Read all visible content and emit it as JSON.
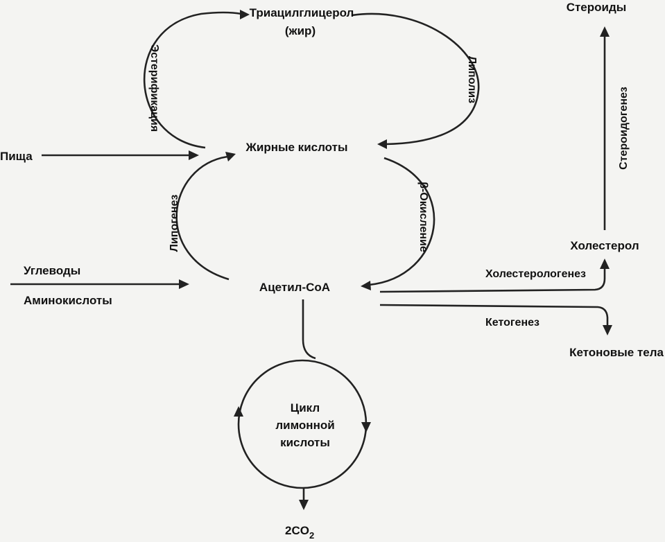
{
  "nodes": {
    "triacylglycerol": "Триацилглицерол",
    "fat": "(жир)",
    "steroids": "Стероиды",
    "fatty_acids": "Жирные кислоты",
    "food": "Пища",
    "carbohydrates": "Углеводы",
    "amino_acids": "Аминокислоты",
    "acetyl_coa": "Ацетил-СоА",
    "cholesterol": "Холестерол",
    "ketone_bodies": "Кетоновые тела",
    "citric_cycle_line1": "Цикл",
    "citric_cycle_line2": "лимонной",
    "citric_cycle_line3": "кислоты",
    "co2_prefix": "2CO",
    "co2_subscript": "2"
  },
  "processes": {
    "esterification": "Эстерификация",
    "lipolysis": "Липолиз",
    "lipogenesis": "Липогенез",
    "beta_oxidation": "β-Окисление",
    "steroidogenesis": "Стероидогенез",
    "cholesterologenesis": "Холестерологенез",
    "ketogenesis": "Кетогенез"
  }
}
